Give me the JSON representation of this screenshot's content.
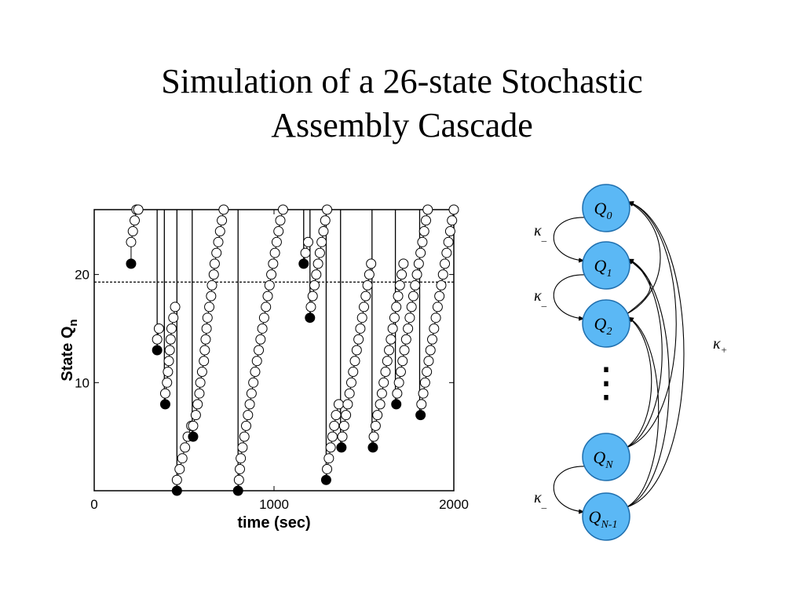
{
  "title": {
    "line1": "Simulation of a 26-state Stochastic",
    "line2": "Assembly Cascade"
  },
  "chart_data": {
    "type": "scatter",
    "xlabel": "time (sec)",
    "ylabel": "State Q",
    "ylabel_subscript": "n",
    "xlim": [
      0,
      2000
    ],
    "ylim": [
      0,
      26
    ],
    "x_ticks": [
      0,
      1000,
      2000
    ],
    "y_ticks": [
      10,
      20
    ],
    "threshold_line": 19.3,
    "colors": {
      "open_marker": "#ffffff",
      "filled_marker": "#000000",
      "line": "#000000"
    },
    "series": [
      {
        "points_open": [
          [
            205,
            23
          ],
          [
            215,
            24
          ],
          [
            225,
            25
          ],
          [
            235,
            26
          ],
          [
            245,
            26
          ]
        ],
        "filled": [
          [
            205,
            21
          ]
        ],
        "drop_x": 350,
        "drop_to": 13
      },
      {
        "points_open": [
          [
            350,
            14
          ],
          [
            360,
            15
          ]
        ],
        "filled": [
          [
            350,
            13
          ]
        ],
        "drop_x": 390,
        "drop_to": 8
      },
      {
        "points_open": [
          [
            395,
            9
          ],
          [
            405,
            10
          ],
          [
            410,
            11
          ],
          [
            415,
            12
          ],
          [
            420,
            13
          ],
          [
            425,
            14
          ],
          [
            430,
            15
          ],
          [
            440,
            16
          ],
          [
            450,
            17
          ]
        ],
        "filled": [
          [
            395,
            8
          ]
        ],
        "drop_x": 460,
        "drop_to": 0
      },
      {
        "points_open": [
          [
            460,
            1
          ],
          [
            475,
            2
          ],
          [
            490,
            3
          ],
          [
            505,
            4
          ],
          [
            520,
            5
          ],
          [
            540,
            6
          ]
        ],
        "filled": [
          [
            460,
            0
          ]
        ],
        "drop_x": 545,
        "drop_to": 5
      },
      {
        "points_open": [
          [
            550,
            6
          ],
          [
            565,
            7
          ],
          [
            575,
            8
          ],
          [
            585,
            9
          ],
          [
            590,
            10
          ],
          [
            600,
            11
          ],
          [
            610,
            12
          ],
          [
            615,
            13
          ],
          [
            620,
            14
          ],
          [
            625,
            15
          ],
          [
            630,
            16
          ],
          [
            640,
            17
          ],
          [
            650,
            18
          ],
          [
            655,
            19
          ],
          [
            665,
            20
          ],
          [
            670,
            21
          ],
          [
            680,
            22
          ],
          [
            690,
            23
          ],
          [
            700,
            24
          ],
          [
            710,
            25
          ],
          [
            720,
            26
          ]
        ],
        "filled": [
          [
            550,
            5
          ]
        ],
        "drop_x": 800,
        "drop_to": 0
      },
      {
        "points_open": [
          [
            805,
            1
          ],
          [
            810,
            2
          ],
          [
            815,
            3
          ],
          [
            825,
            4
          ],
          [
            835,
            5
          ],
          [
            845,
            6
          ],
          [
            855,
            7
          ],
          [
            865,
            8
          ],
          [
            875,
            9
          ],
          [
            885,
            10
          ],
          [
            895,
            11
          ],
          [
            905,
            12
          ],
          [
            915,
            13
          ],
          [
            925,
            14
          ],
          [
            935,
            15
          ],
          [
            945,
            16
          ],
          [
            955,
            17
          ],
          [
            965,
            18
          ],
          [
            975,
            19
          ],
          [
            985,
            20
          ],
          [
            995,
            21
          ],
          [
            1005,
            22
          ],
          [
            1015,
            23
          ],
          [
            1025,
            24
          ],
          [
            1035,
            25
          ],
          [
            1050,
            26
          ]
        ],
        "filled": [
          [
            800,
            0
          ]
        ],
        "drop_x": 1165,
        "drop_to": 21
      },
      {
        "points_open": [
          [
            1175,
            22
          ],
          [
            1190,
            23
          ]
        ],
        "filled": [
          [
            1165,
            21
          ]
        ],
        "drop_x": 1200,
        "drop_to": 16
      },
      {
        "points_open": [
          [
            1205,
            17
          ],
          [
            1215,
            18
          ],
          [
            1225,
            19
          ],
          [
            1235,
            20
          ],
          [
            1245,
            21
          ],
          [
            1255,
            22
          ],
          [
            1265,
            23
          ],
          [
            1275,
            24
          ],
          [
            1285,
            25
          ],
          [
            1295,
            26
          ]
        ],
        "filled": [
          [
            1200,
            16
          ]
        ],
        "drop_x": 1290,
        "drop_to": 1
      },
      {
        "points_open": [
          [
            1295,
            2
          ],
          [
            1305,
            3
          ],
          [
            1315,
            4
          ],
          [
            1325,
            5
          ],
          [
            1335,
            6
          ],
          [
            1345,
            7
          ],
          [
            1360,
            8
          ]
        ],
        "filled": [
          [
            1290,
            1
          ]
        ],
        "drop_x": 1370,
        "drop_to": 4
      },
      {
        "points_open": [
          [
            1380,
            5
          ],
          [
            1390,
            6
          ],
          [
            1400,
            7
          ],
          [
            1410,
            8
          ],
          [
            1420,
            9
          ],
          [
            1430,
            10
          ],
          [
            1440,
            11
          ],
          [
            1450,
            12
          ],
          [
            1460,
            13
          ],
          [
            1470,
            14
          ],
          [
            1480,
            15
          ],
          [
            1490,
            16
          ],
          [
            1500,
            17
          ],
          [
            1510,
            18
          ],
          [
            1520,
            19
          ],
          [
            1530,
            20
          ],
          [
            1540,
            21
          ]
        ],
        "filled": [
          [
            1375,
            4
          ]
        ],
        "drop_x": 1545,
        "drop_to": 4
      },
      {
        "points_open": [
          [
            1555,
            5
          ],
          [
            1565,
            6
          ],
          [
            1575,
            7
          ],
          [
            1590,
            8
          ],
          [
            1600,
            9
          ],
          [
            1610,
            10
          ],
          [
            1620,
            11
          ],
          [
            1630,
            12
          ],
          [
            1640,
            13
          ],
          [
            1650,
            14
          ],
          [
            1660,
            15
          ],
          [
            1670,
            16
          ],
          [
            1680,
            17
          ],
          [
            1690,
            18
          ],
          [
            1700,
            19
          ],
          [
            1710,
            20
          ],
          [
            1720,
            21
          ]
        ],
        "filled": [
          [
            1550,
            4
          ]
        ],
        "drop_x": 1675,
        "drop_to": 8
      },
      {
        "points_open": [
          [
            1685,
            9
          ],
          [
            1695,
            10
          ],
          [
            1705,
            11
          ],
          [
            1715,
            12
          ],
          [
            1725,
            13
          ],
          [
            1735,
            14
          ],
          [
            1745,
            15
          ],
          [
            1755,
            16
          ],
          [
            1765,
            17
          ],
          [
            1775,
            18
          ],
          [
            1785,
            19
          ],
          [
            1795,
            20
          ],
          [
            1805,
            21
          ],
          [
            1815,
            22
          ],
          [
            1825,
            23
          ],
          [
            1835,
            24
          ],
          [
            1845,
            25
          ],
          [
            1855,
            26
          ]
        ],
        "filled": [
          [
            1680,
            8
          ]
        ],
        "drop_x": 1810,
        "drop_to": 7
      },
      {
        "points_open": [
          [
            1820,
            8
          ],
          [
            1830,
            9
          ],
          [
            1840,
            10
          ],
          [
            1850,
            11
          ],
          [
            1860,
            12
          ],
          [
            1870,
            13
          ],
          [
            1880,
            14
          ],
          [
            1890,
            15
          ],
          [
            1900,
            16
          ],
          [
            1910,
            17
          ],
          [
            1920,
            18
          ],
          [
            1930,
            19
          ],
          [
            1940,
            20
          ],
          [
            1950,
            21
          ],
          [
            1960,
            22
          ],
          [
            1970,
            23
          ],
          [
            1980,
            24
          ],
          [
            1990,
            25
          ],
          [
            2000,
            26
          ]
        ],
        "filled": [
          [
            1815,
            7
          ]
        ],
        "drop_x": null,
        "drop_to": null
      }
    ]
  },
  "diagram": {
    "node_color": "#5bb8f5",
    "node_stroke": "#1f6fae",
    "nodes": [
      {
        "base": "Q",
        "sub": "0"
      },
      {
        "base": "Q",
        "sub": "1"
      },
      {
        "base": "Q",
        "sub": "2"
      },
      {
        "base": "Q",
        "sub": "N"
      },
      {
        "base": "Q",
        "sub": "N-1"
      }
    ],
    "ellipsis": "⋮",
    "kappa_minus": {
      "base": "κ",
      "sub": "_"
    },
    "kappa_plus": {
      "base": "κ",
      "sub": "+"
    }
  }
}
